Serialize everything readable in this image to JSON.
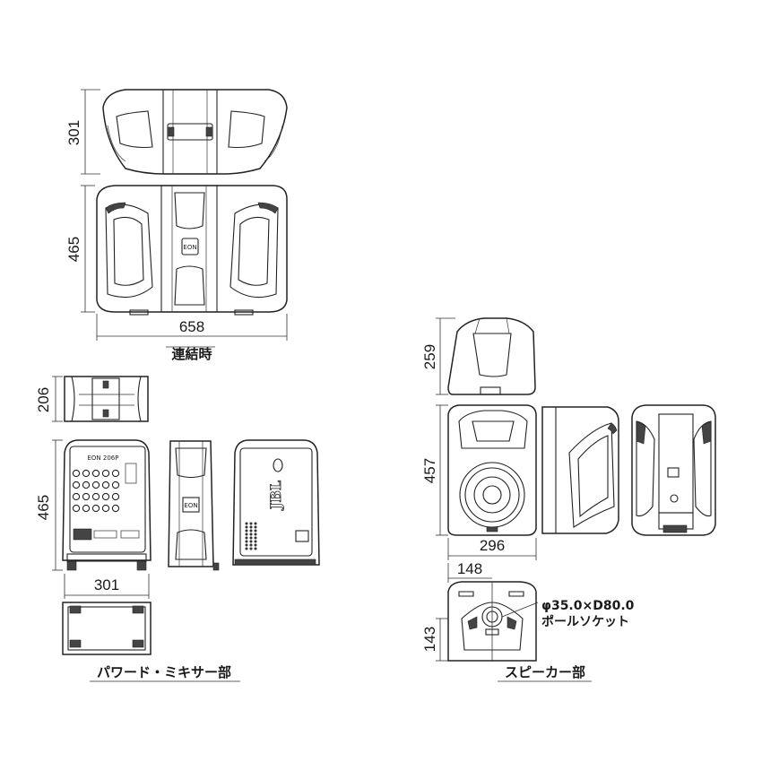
{
  "dimensions": {
    "joined_depth": "301",
    "joined_height": "465",
    "joined_width": "658",
    "mixer_depth": "206",
    "mixer_height": "465",
    "mixer_width": "301",
    "speaker_depth": "259",
    "speaker_height": "457",
    "speaker_width": "296",
    "socket_offset": "148",
    "socket_height": "143"
  },
  "labels": {
    "joined_caption": "連結時",
    "mixer_caption": "パワード・ミキサー部",
    "speaker_caption": "スピーカー部",
    "socket_spec": "φ35.0×D80.0",
    "socket_name": "ポールソケット"
  },
  "product_marks": {
    "eon_badge": "EON",
    "mixer_model": "EON 206P",
    "brand": "JBL"
  }
}
